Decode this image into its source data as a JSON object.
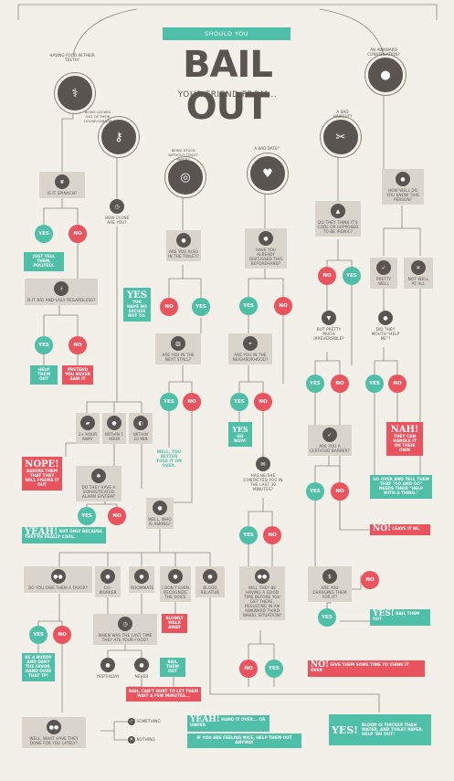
{
  "header": {
    "banner": "SHOULD YOU",
    "title": "BAIL OUT",
    "subtitle": "YOUR FRIEND FROM..."
  },
  "colors": {
    "teal": "#4fbfa7",
    "red": "#e9545f",
    "dark": "#5a5550",
    "box": "#d9d4cc",
    "bg": "#f3efe9"
  },
  "labels": {
    "yes": "YES",
    "no": "NO"
  },
  "categories": {
    "food": "HAVING FOOD IN THEIR TEETH?",
    "locked": "BEING LOCKED OUT OF THEIR HOUSE/CAR/JOB",
    "stuck": "BEING STUCK WITHOUT TOILET PAPER?",
    "date": "A BAD DATE?",
    "haircut": "A BAD HAIRCUT?",
    "awkward": "AN AWKWARD CONVERSATION?"
  },
  "questions": {
    "spinach": "IS IT SPINACH?",
    "big_ugly": "IS IT BIG AND UGLY REGARDLESS?",
    "how_close": "HOW CLOSE ARE YOU?",
    "in_toilet": "ARE YOU ALSO IN THE TOILET?",
    "next_stall": "ARE YOU IN THE NEXT STALL?",
    "discussed": "HAVE YOU ALREADY DISCUSSED THIS BEFOREHAND?",
    "neighborhood": "ARE YOU IN THE NEIGHBORHOOD?",
    "contacted": "HAS HE/SHE CONTACTED YOU IN THE LAST 30 MINUTES?",
    "awkward_third": "WILL THEY BE HAVING A GOOD TIME BEFORE YOU GET THERE, RESULTING IN AN AWKWARD THIRD WHEEL SITUATION?",
    "think_cool": "DO THEY THINK IT'S COOL OR SUPPOSED TO BE IRONIC?",
    "pretty_much": "BUT PRETTY MUCH IRREVERSIBLE?",
    "certified": "ARE YOU A CERTIFIED BARBER?",
    "charging": "ARE YOU CHARGING THEM FOR IT?",
    "know_person": "HOW WELL DO YOU KNOW THIS PERSON?",
    "mouth_help": "DID THEY MOUTH \"HELP ME\"?",
    "alarm": "DO THEY HAVE A SOPHISTICATED ALARM SYSTEM?",
    "who_asking": "WELL, WHO IS ASKING?",
    "daddy": "DO YOU OWE THEM A FAVOR?",
    "last_time": "WHEN WAS THE LAST TIME THEY ATE YOUR FOOD?",
    "done_lately": "WELL, WHAT HAVE THEY DONE FOR YOU LATELY?"
  },
  "options": {
    "hour_away": "1+ HOUR AWAY",
    "within_hour": "WITHIN 1 HOUR",
    "within_20": "WITHIN 20 MIN",
    "coworker": "CO-WORKER",
    "roommate": "ROOMMATE",
    "dont_recognize": "I DON'T EVEN RECOGNIZE THE VOICE",
    "blood": "BLOOD RELATIVE",
    "yesterday": "YESTERDAY",
    "never": "NEVER",
    "pretty_well": "PRETTY WELL",
    "not_well": "NOT WELL AT ALL",
    "something": "SOMETHING",
    "nothing": "NOTHING"
  },
  "answers": {
    "tell_politely": "JUST TELL THEM, POLITELY.",
    "help_out": "HELP THEM OUT",
    "pretend": "PRETEND YOU NEVER SAW IT",
    "yes_excuse": "YOU HAVE NO EXCUSE NOT TO.",
    "better_toss": "WELL, YOU BETTER TOSS IT ON OVER.",
    "go_now": "GO NOW!",
    "nope": "NOPE!",
    "assure": "ASSURE THEM THAT THEY WILL FIGURE IT OUT",
    "yeah_big": "YEAH!",
    "yeah_cool": "BUT ONLY BECAUSE THEY'RE REALLY COOL.",
    "buddy": "BE A BUDDY AND DENY THE FAVOR. HAND OVER THAT TP!",
    "slowly": "SLOWLY WALK AWAY",
    "bail_out_small": "BAIL THEM OUT",
    "cant_hurt": "NAH, CAN'T HURT TO LET THEM WAIT A FEW MINUTES...",
    "yeah_hand": "YEAH!",
    "yeah_hand_rest": "HAND IT OVER... OR UNDER",
    "if_feeling": "IF YOU ARE FEELING NICE, HELP THEM OUT ANYWAY",
    "nah": "NAH!",
    "handle": "THEY CAN HANDLE IT ON THEIR OWN",
    "go_over": "GO OVER AND TELL THEM THAT \"GO AND GO\" NEEDS THEIR \"HELP WITH A THING.\"",
    "no_leave": "NO!",
    "no_leave_rest": "LEAVE IT BE.",
    "yes_bail": "YES!",
    "yes_bail_rest": "BAIL THEM OUT",
    "no_give": "NO!",
    "no_give_rest": "GIVE THEM SOME TIME TO THINK IT OVER",
    "yes_blood": "YES!",
    "yes_blood_rest": "BLOOD IS THICKER THAN WATER, AND TOILET PAPER. HELP 'EM OUT!"
  }
}
